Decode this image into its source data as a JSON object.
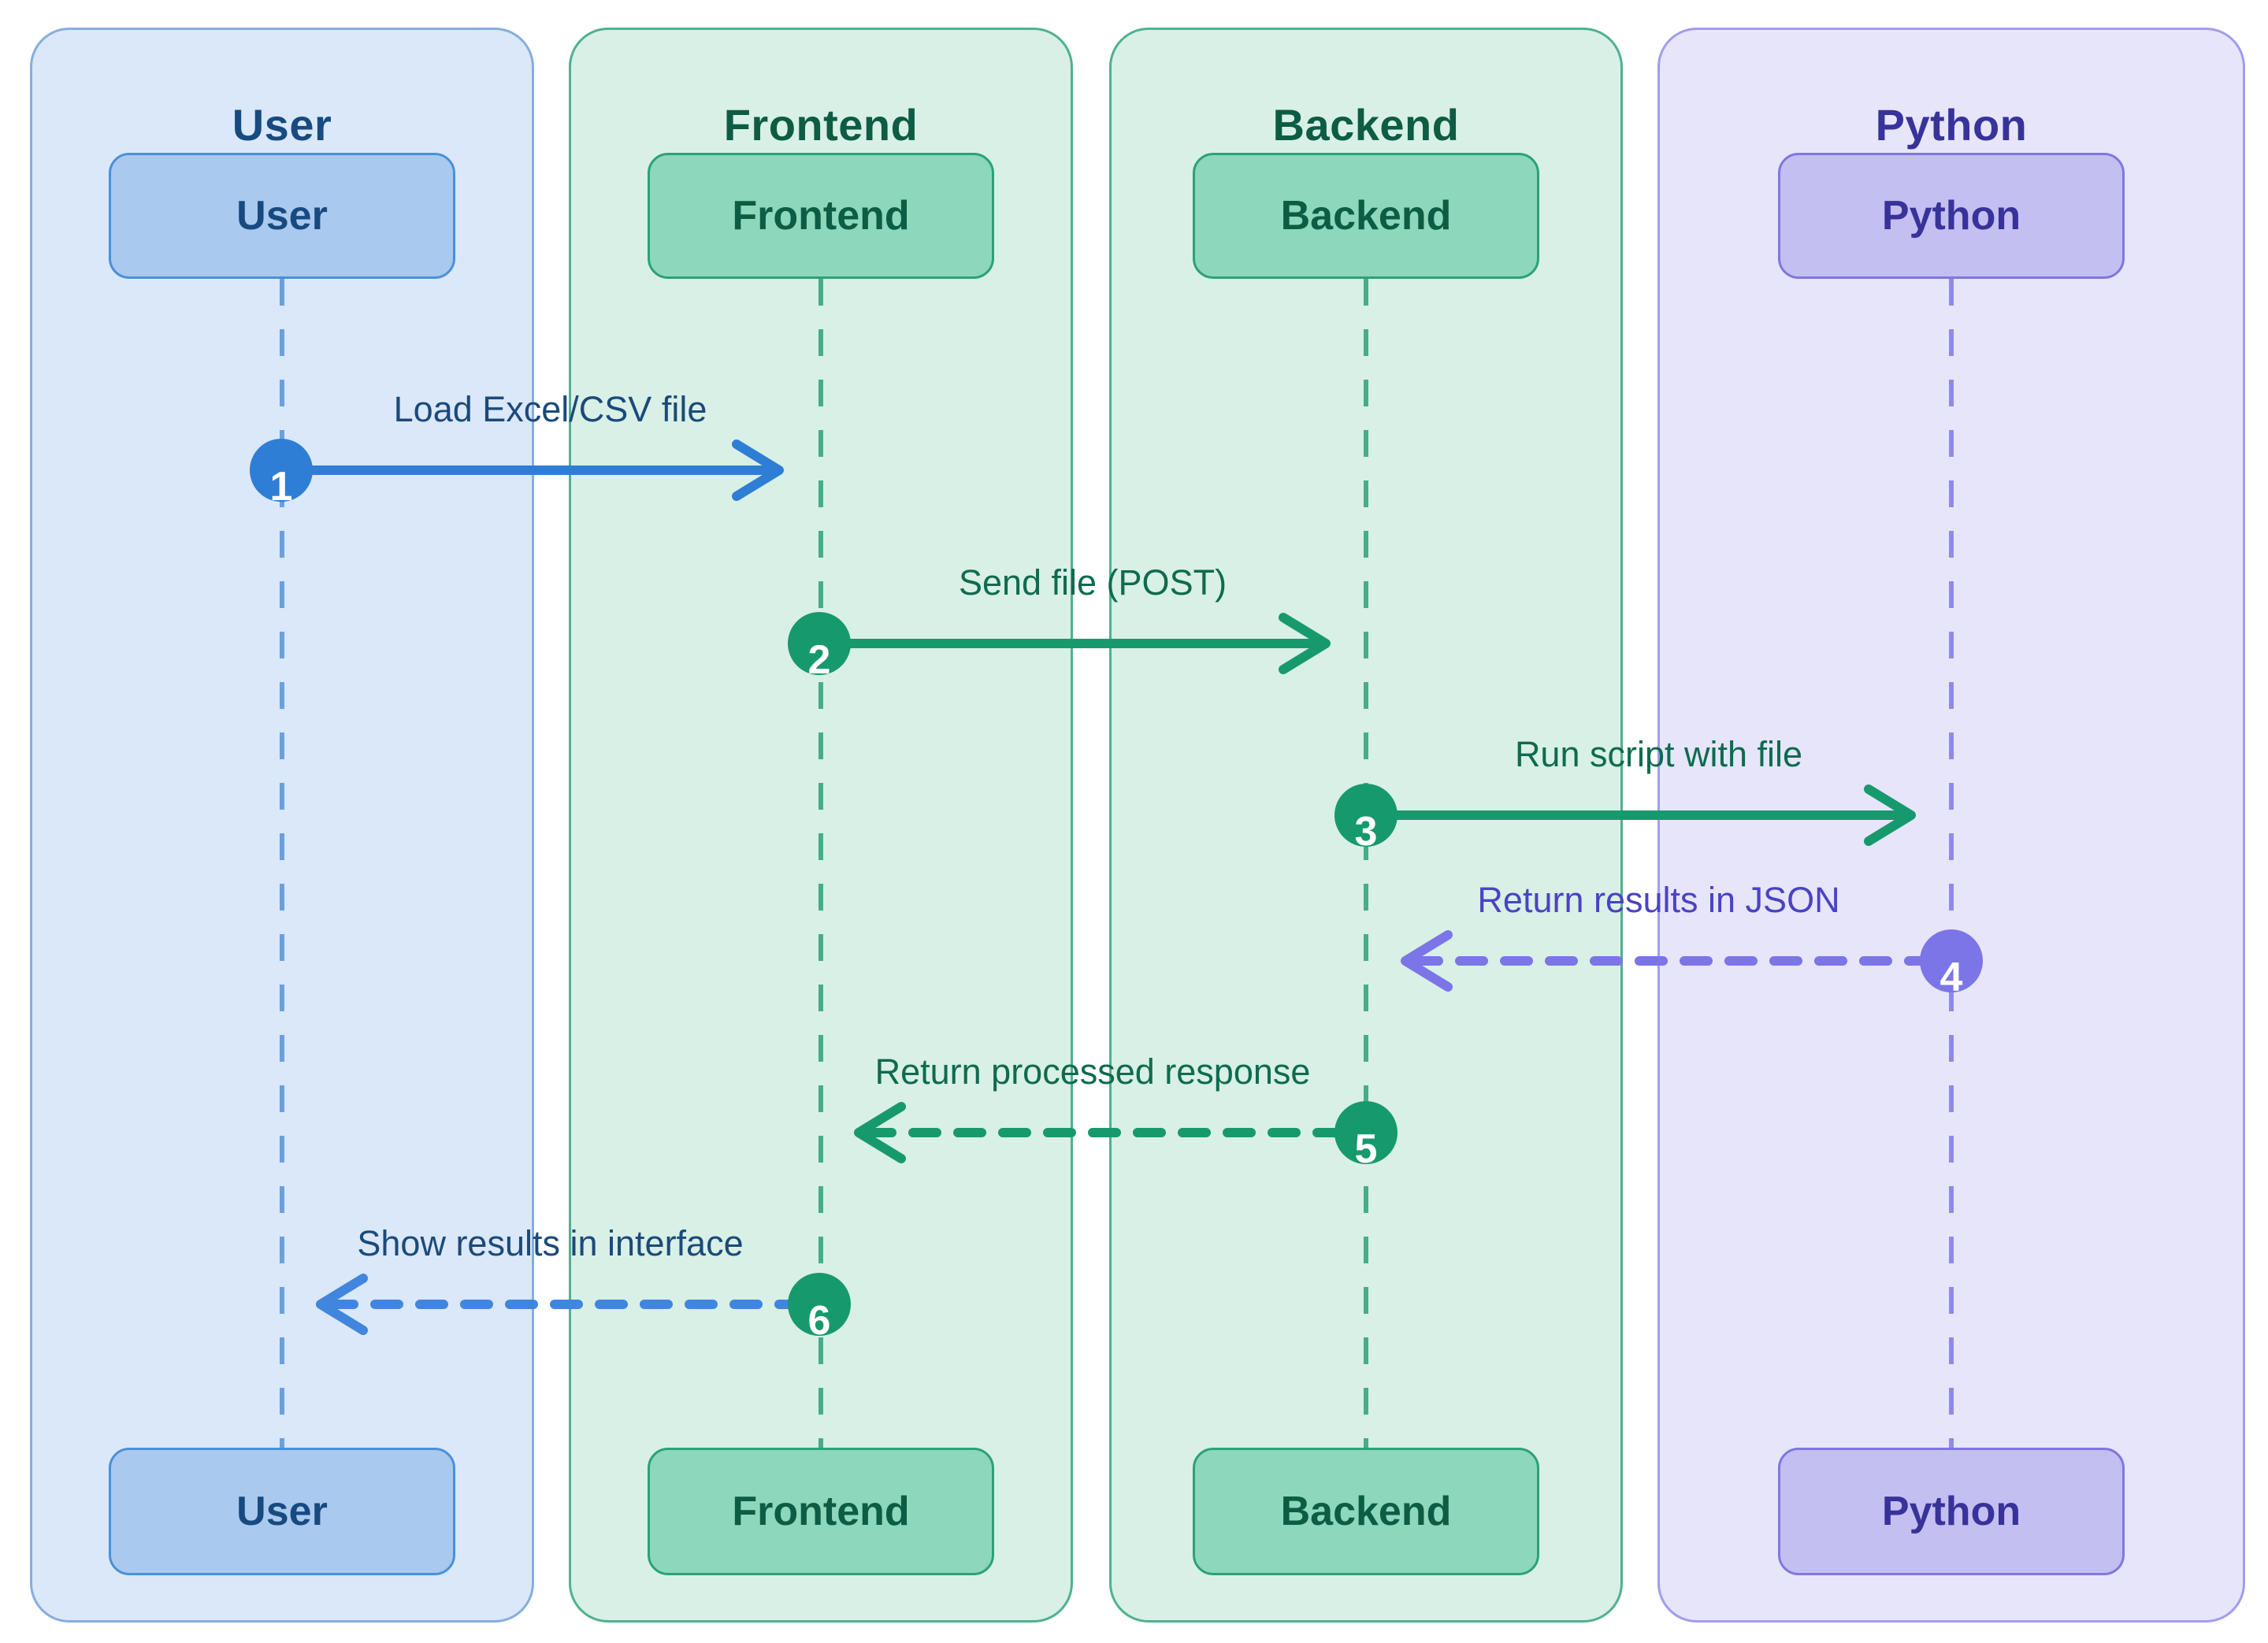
{
  "diagram_type": "sequence-diagram",
  "actors": [
    {
      "id": "user",
      "name": "User",
      "theme_color": "#2e7ed6"
    },
    {
      "id": "frontend",
      "name": "Frontend",
      "theme_color": "#17996e"
    },
    {
      "id": "backend",
      "name": "Backend",
      "theme_color": "#17996e"
    },
    {
      "id": "python",
      "name": "Python",
      "theme_color": "#7b75e8"
    }
  ],
  "messages": [
    {
      "step": "1",
      "label": "Load Excel/CSV file",
      "from": "User",
      "to": "Frontend",
      "line_style": "solid",
      "arrow_color": "#2e7ed6"
    },
    {
      "step": "2",
      "label": "Send file (POST)",
      "from": "Frontend",
      "to": "Backend",
      "line_style": "solid",
      "arrow_color": "#17996e"
    },
    {
      "step": "3",
      "label": "Run script with file",
      "from": "Backend",
      "to": "Python",
      "line_style": "solid",
      "arrow_color": "#17996e"
    },
    {
      "step": "4",
      "label": "Return results in JSON",
      "from": "Python",
      "to": "Backend",
      "line_style": "dashed",
      "arrow_color": "#7b75e8"
    },
    {
      "step": "5",
      "label": "Return processed response",
      "from": "Backend",
      "to": "Frontend",
      "line_style": "dashed",
      "arrow_color": "#17996e"
    },
    {
      "step": "6",
      "label": "Show results in interface",
      "from": "Frontend",
      "to": "User",
      "line_style": "dashed",
      "arrow_color": "#4186de"
    }
  ],
  "colors": {
    "user_lane_bg": "#dbe8f9",
    "user_lane_border": "#85aede",
    "user_ink": "#174a80",
    "green_lane_bg": "#d9f0e6",
    "green_lane_border": "#4fb191",
    "green_ink": "#0d5c44",
    "python_lane_bg": "#e7e5fa",
    "python_lane_border": "#a19cef",
    "python_ink": "#38329b",
    "page_bg": "#ffffff"
  }
}
